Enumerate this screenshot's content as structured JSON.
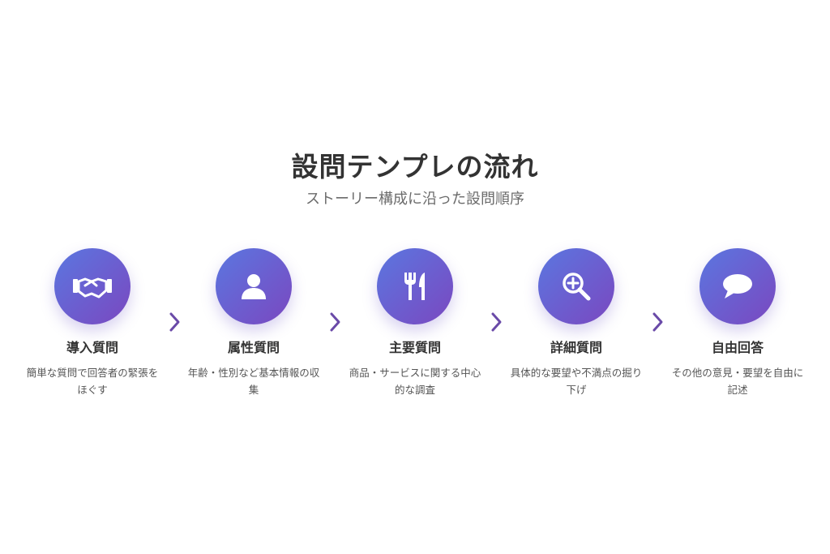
{
  "header": {
    "title": "設問テンプレの流れ",
    "subtitle": "ストーリー構成に沿った設問順序"
  },
  "colors": {
    "gradient_start": "#5a77e0",
    "gradient_end": "#7a48c0",
    "arrow": "#6a4aa8"
  },
  "steps": [
    {
      "icon": "handshake-icon",
      "title": "導入質問",
      "desc": "簡単な質問で回答者の緊張をほぐす"
    },
    {
      "icon": "user-icon",
      "title": "属性質問",
      "desc": "年齢・性別など基本情報の収集"
    },
    {
      "icon": "utensils-icon",
      "title": "主要質問",
      "desc": "商品・サービスに関する中心的な調査"
    },
    {
      "icon": "search-plus-icon",
      "title": "詳細質問",
      "desc": "具体的な要望や不満点の掘り下げ"
    },
    {
      "icon": "comment-icon",
      "title": "自由回答",
      "desc": "その他の意見・要望を自由に記述"
    }
  ]
}
